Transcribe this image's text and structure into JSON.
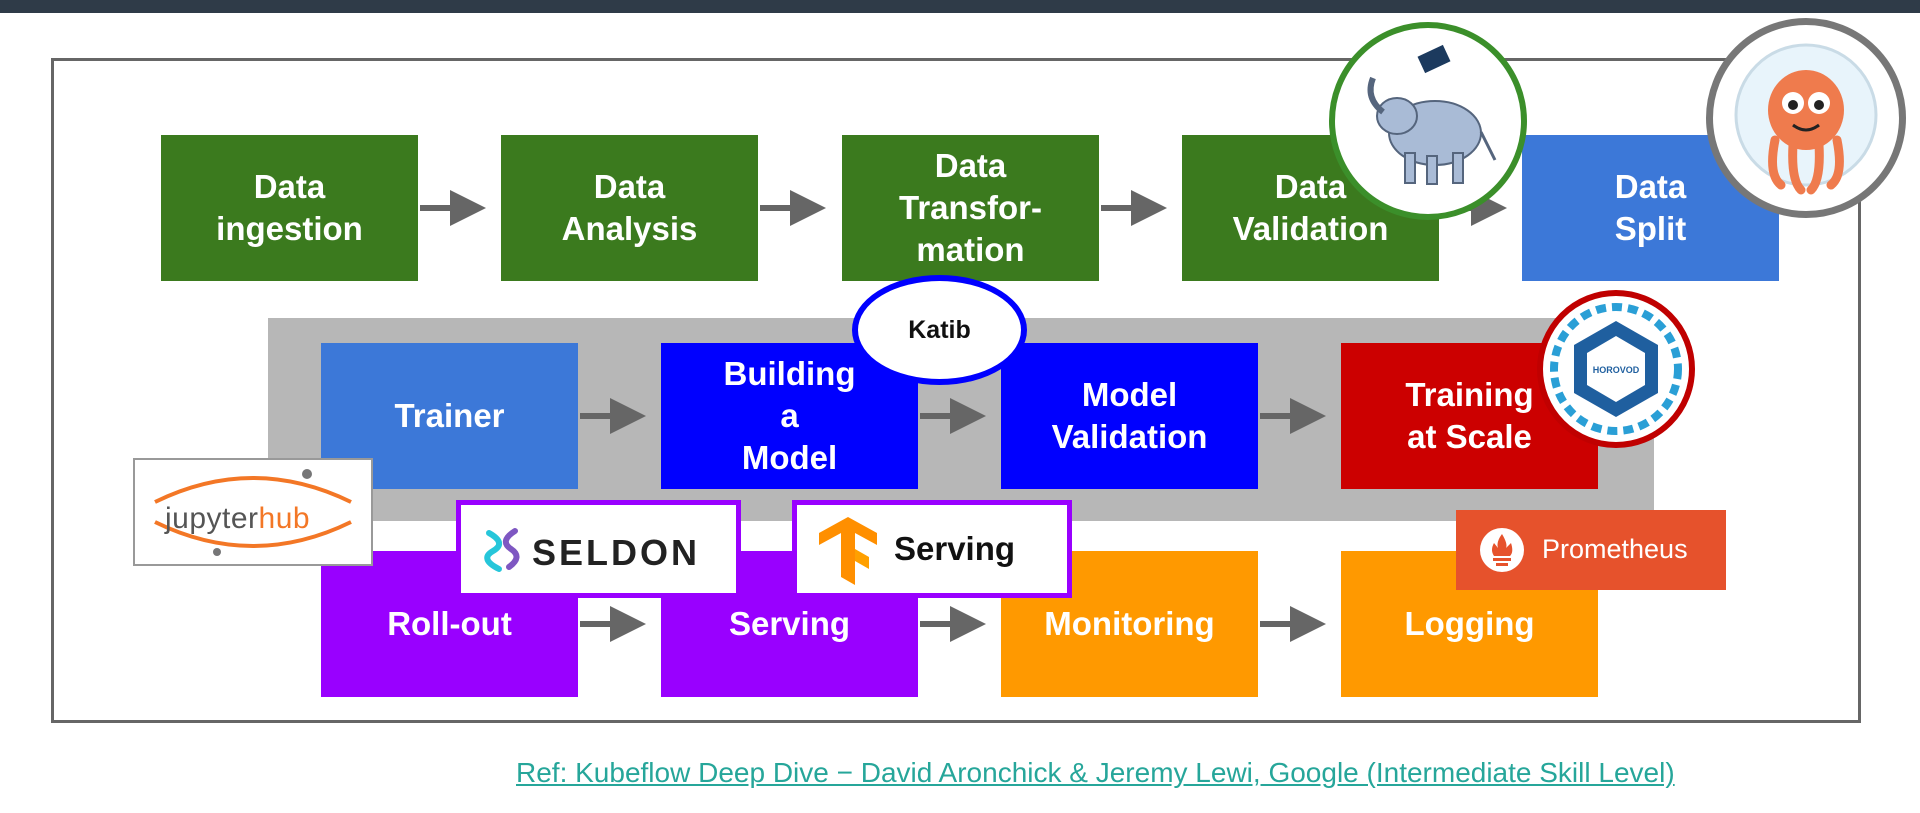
{
  "row1": [
    {
      "label": "Data\ningestion"
    },
    {
      "label": "Data\nAnalysis"
    },
    {
      "label": "Data\nTransfor-\nmation"
    },
    {
      "label": "Data\nValidation"
    },
    {
      "label": "Data\nSplit"
    }
  ],
  "row2": [
    {
      "label": "Trainer"
    },
    {
      "label": "Building\na\nModel"
    },
    {
      "label": "Model\nValidation"
    },
    {
      "label": "Training\nat Scale"
    }
  ],
  "row3": [
    {
      "label": "Roll-out"
    },
    {
      "label": "Serving"
    },
    {
      "label": "Monitoring"
    },
    {
      "label": "Logging"
    }
  ],
  "badges": {
    "katib": "Katib",
    "jupyter_main": "jupyter",
    "jupyter_hub": "hub",
    "seldon": "SELDON",
    "tf_serving": "Serving",
    "prometheus": "Prometheus",
    "horovod": "HOROVOD"
  },
  "colors": {
    "green": "#3b7a1e",
    "light_blue": "#3c78d8",
    "blue": "#0000ff",
    "red": "#cc0000",
    "purple": "#9900ff",
    "orange": "#ff9900",
    "arrow": "#666666"
  },
  "icons": [
    "elephant-logo-icon",
    "octopus-logo-icon",
    "horovod-logo-icon",
    "seldon-logo-icon",
    "tensorflow-logo-icon",
    "prometheus-logo-icon",
    "jupyter-logo-icon"
  ],
  "reference": "Ref: Kubeflow Deep Dive − David Aronchick & Jeremy Lewi, Google (Intermediate Skill Level)"
}
